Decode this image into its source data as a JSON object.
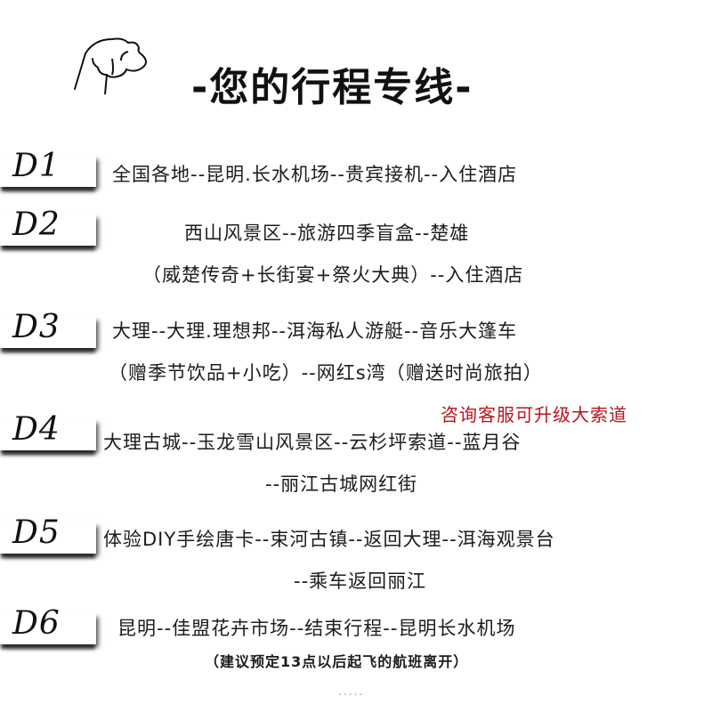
{
  "header": {
    "title": "-您的行程专线-",
    "icon": "pointing-hand-icon"
  },
  "days": [
    {
      "label": "D1",
      "lines": [
        "全国各地--昆明.长水机场--贵宾接机--入住酒店"
      ]
    },
    {
      "label": "D2",
      "lines": [
        "西山风景区--旅游四季盲盒--楚雄",
        "（威楚传奇+长街宴+祭火大典）--入住酒店"
      ]
    },
    {
      "label": "D3",
      "lines": [
        "大理--大理.理想邦--洱海私人游艇--音乐大篷车",
        "（赠季节饮品+小吃）--网红s湾（赠送时尚旅拍）"
      ]
    },
    {
      "label": "D4",
      "lines": [
        "大理古城--玉龙雪山风景区--云杉坪索道--蓝月谷",
        "--丽江古城网红街"
      ],
      "note": "咨询客服可升级大索道",
      "note_color": "#b8141b"
    },
    {
      "label": "D5",
      "lines": [
        "体验DIY手绘唐卡--束河古镇--返回大理--洱海观景台",
        "--乘车返回丽江"
      ]
    },
    {
      "label": "D6",
      "lines": [
        "昆明--佳盟花卉市场--结束行程--昆明长水机场",
        "（建议预定13点以后起飞的航班离开）"
      ]
    }
  ],
  "footer": {
    "ellipsis": "....."
  }
}
